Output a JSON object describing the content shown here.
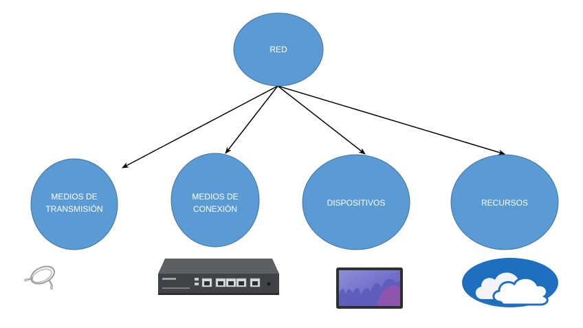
{
  "diagram": {
    "root": {
      "id": "red",
      "label_lines": [
        "RED"
      ]
    },
    "children": [
      {
        "id": "medios-transmision",
        "label_lines": [
          "MEDIOS DE",
          "TRANSMISIÓN"
        ],
        "image": "network-cable-icon"
      },
      {
        "id": "medios-conexion",
        "label_lines": [
          "MEDIOS DE",
          "CONEXIÓN"
        ],
        "image": "router-switch-icon"
      },
      {
        "id": "dispositivos",
        "label_lines": [
          "DISPOSITIVOS"
        ],
        "image": "tablet-icon"
      },
      {
        "id": "recursos",
        "label_lines": [
          "RECURSOS"
        ],
        "image": "cloud-icon"
      }
    ],
    "colors": {
      "node_fill": "#5b9bd5",
      "node_stroke": "#41719c",
      "label": "#ffffff",
      "edge": "#000000",
      "cloud_bg": "#1f6fc0"
    }
  }
}
